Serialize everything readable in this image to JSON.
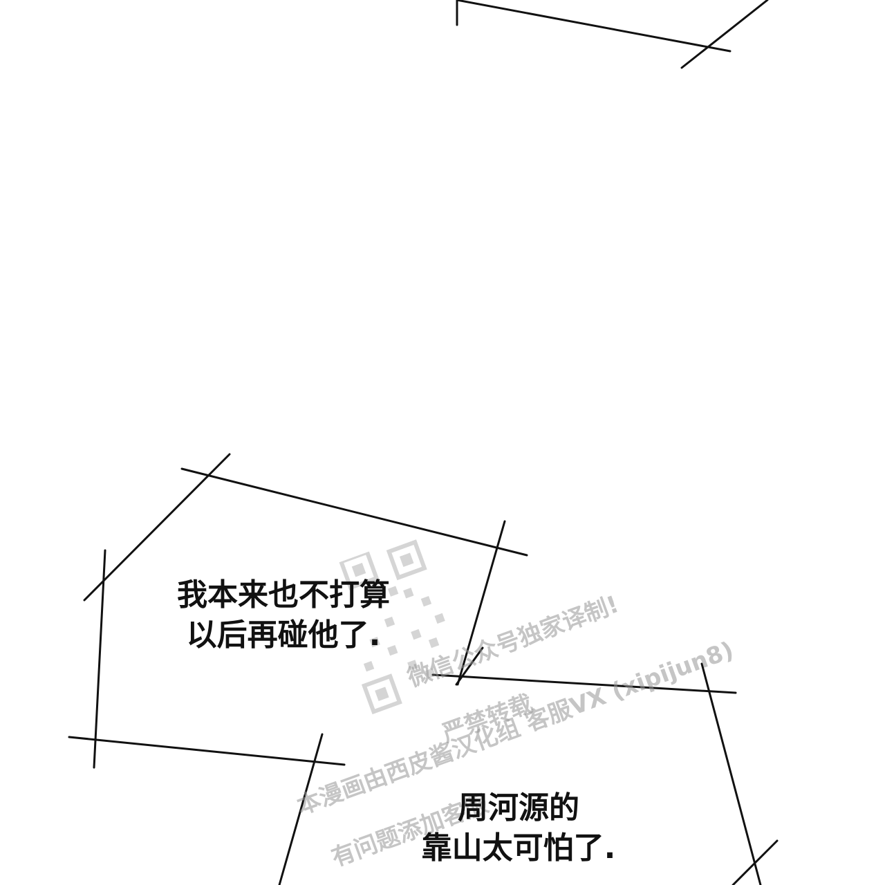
{
  "bubble_1": {
    "line_1": "我本来也不打算",
    "line_2": "以后再碰他了."
  },
  "bubble_2": {
    "line_1": "周河源的",
    "line_2": "靠山太可怕了."
  },
  "watermark": {
    "line_1": "微信公众号独家译制!",
    "line_2": "严禁转载",
    "line_3": "本漫画由西皮酱汉化组 客服VX (xipijun8)",
    "line_4": "有问题添加客服"
  },
  "colors": {
    "ink": "#111111",
    "background": "#ffffff",
    "watermark": "#969696"
  }
}
